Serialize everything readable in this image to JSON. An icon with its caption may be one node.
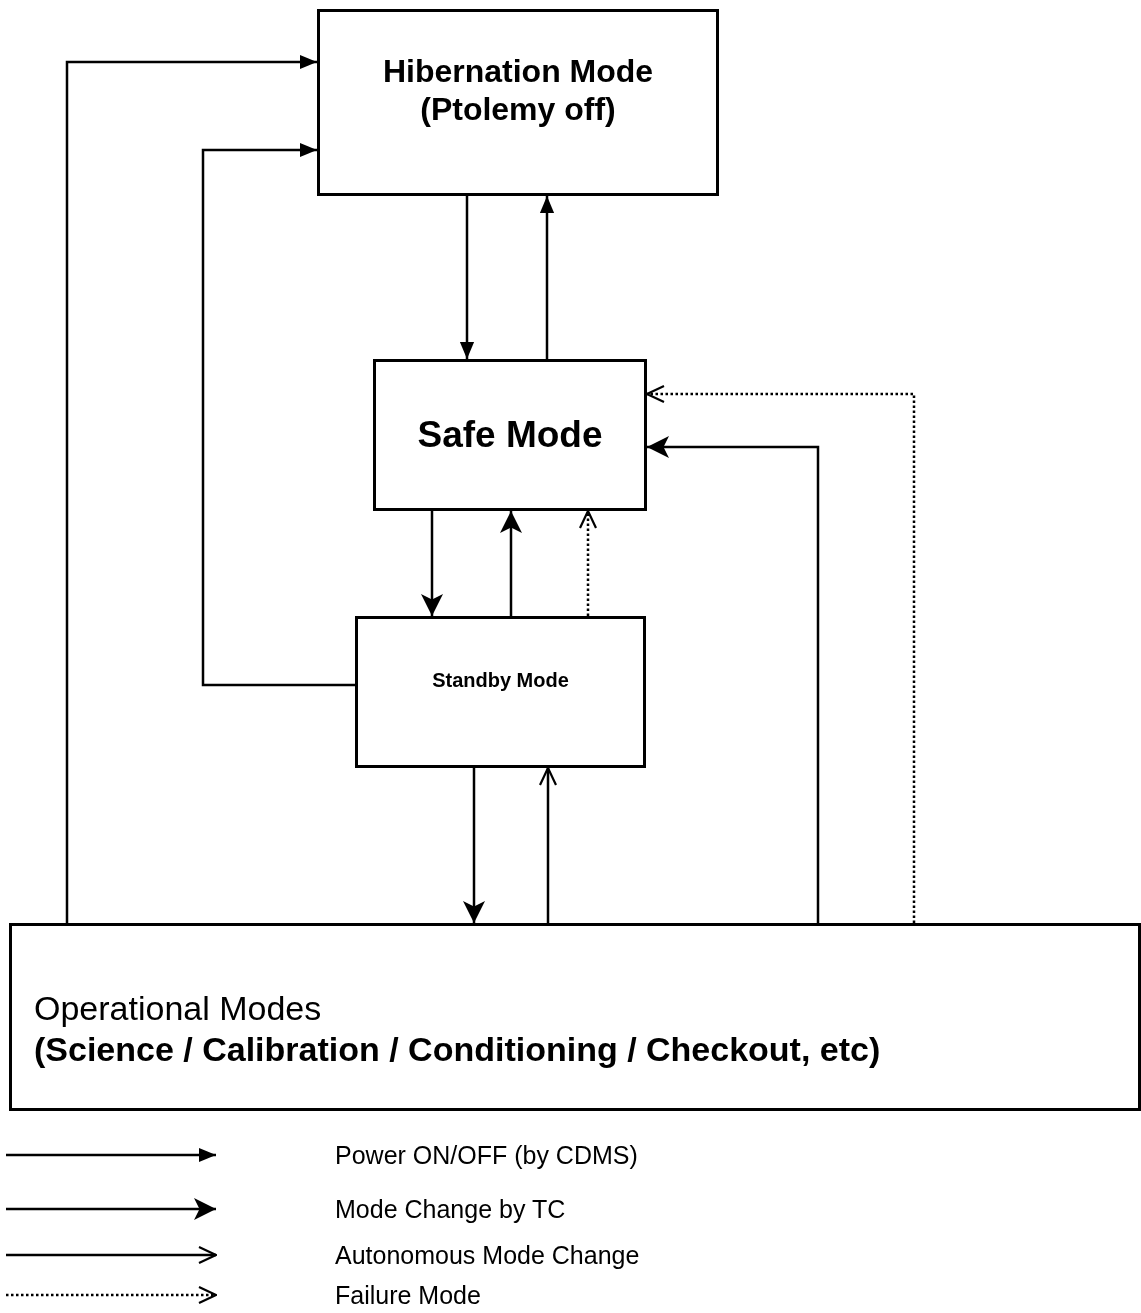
{
  "diagram": {
    "nodes": [
      {
        "text": [
          "Hibernation Mode (Ptolemy off)"
        ]
      },
      {
        "text": [
          "Safe Mode"
        ]
      },
      {
        "text": [
          "Standby Mode"
        ]
      },
      {
        "text": [
          "Operational Modes",
          "(Science / Calibration / Conditioning / Checkout, etc)"
        ]
      }
    ],
    "edges": [
      {
        "from": 3,
        "to": 0,
        "arrow": "to"
      },
      {
        "from": 2,
        "to": 0,
        "arrow": "to"
      },
      {
        "from": 0,
        "to": 1,
        "arrow": "to"
      },
      {
        "from": 1,
        "to": 0,
        "arrow": "to"
      },
      {
        "from": 1,
        "to": 2,
        "arrow": "to"
      },
      {
        "from": 2,
        "to": 1,
        "arrow": "to"
      },
      {
        "from": 2,
        "to": 1,
        "arrow": "to",
        "style": "dashed"
      },
      {
        "from": 2,
        "to": 3,
        "arrow": "to"
      },
      {
        "from": 3,
        "to": 2,
        "arrow": "to"
      },
      {
        "from": 3,
        "to": 1,
        "arrow": "to"
      },
      {
        "from": 3,
        "to": 1,
        "arrow": "to",
        "style": "dashed"
      }
    ],
    "legend": [
      {
        "text": "Power ON/OFF (by CDMS)"
      },
      {
        "text": "Mode Change by TC"
      },
      {
        "text": "Autonomous Mode Change"
      },
      {
        "text": "Failure Mode"
      }
    ]
  }
}
